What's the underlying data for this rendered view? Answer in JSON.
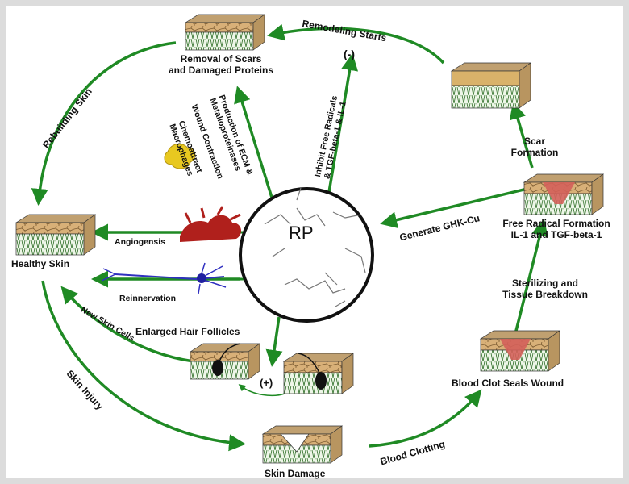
{
  "center": {
    "label": "RP"
  },
  "nodes": {
    "removal": {
      "line1": "Removal of Scars",
      "line2": "and Damaged Proteins"
    },
    "healthy": {
      "label": "Healthy Skin"
    },
    "scar": {
      "line1": "Scar",
      "line2": "Formation"
    },
    "free_radical": {
      "line1": "Free Radical Formation",
      "line2": "IL-1 and TGF-beta-1"
    },
    "sterilizing": {
      "line1": "Sterilizing and",
      "line2": "Tissue Breakdown"
    },
    "blood_clot": {
      "label": "Blood Clot Seals Wound"
    },
    "skin_damage": {
      "label": "Skin Damage"
    },
    "enlarged": {
      "label": "Enlarged Hair Follicles"
    },
    "plus": {
      "label": "(+)"
    },
    "minus": {
      "label": "(-)"
    }
  },
  "edges": {
    "remodeling": "Remodeling Starts",
    "rebuilding": "Rebuilding Skin",
    "inhibit1": "Inhibit Free Radicals",
    "inhibit2": "& TGF-beta-1 & IL-1",
    "production1": "Production of ECM &",
    "production2": "Metalloproteinases",
    "wound": "Wound Contraction",
    "chemo1": "Chemoattract",
    "chemo2": "Macrophages",
    "generate": "Generate GHK-Cu",
    "angio": "Angiogensis",
    "reinn": "Reinnervation",
    "new_cells": "New Skin Cells",
    "skin_injury": "Skin Injury",
    "blood_clotting": "Blood Clotting"
  },
  "colors": {
    "arrow": "#1f8a24",
    "circle": "#111111",
    "wound": "#d4605a",
    "skin_top": "#c8a070",
    "tissue": "#3a7a30",
    "vessel": "#b0201c",
    "nerve": "#3030c0",
    "macrophage": "#e8c820"
  }
}
